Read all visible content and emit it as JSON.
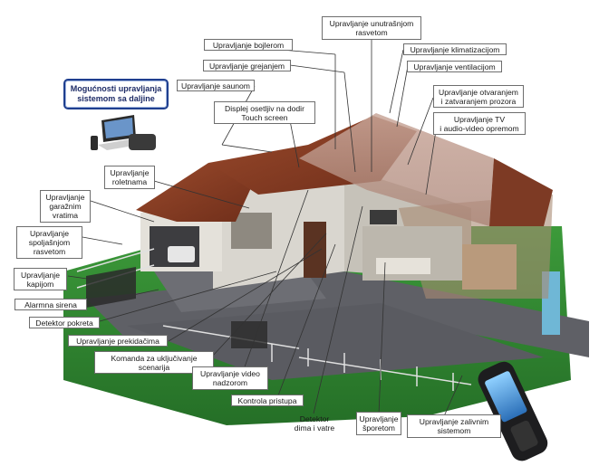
{
  "remote_title": "Mogućnosti upravljanja\nsistemom sa daljine",
  "labels": {
    "unutrasnje_rasveta": "Upravljanje unutrašnjom\nrasvetom",
    "bojler": "Upravljanje bojlerom",
    "klimatizacija": "Upravljanje klimatizacijom",
    "grejanje": "Upravljanje grejanjem",
    "ventilacija": "Upravljanje ventilacijom",
    "saunom": "Upravljanje saunom",
    "prozori": "Upravljanje otvaranjem\ni zatvaranjem prozora",
    "touch": "Displej osetljiv na dodir\nTouch screen",
    "tv": "Upravljanje TV\ni audio-video opremom",
    "roletne": "Upravljanje\nroletnama",
    "garaza": "Upravljanje\ngaražnim\nvratima",
    "spoljasnja_rasveta": "Upravljanje\nspoljašnjom\nrasvetom",
    "kapija": "Upravljanje\nkapijom",
    "sirena": "Alarmna sirena",
    "pokret": "Detektor pokreta",
    "prekidaci": "Upravljanje prekidačima",
    "scenarija": "Komanda za uključivanje\nscenarija",
    "video": "Upravljanje video\nnadzorom",
    "pristup": "Kontrola pristupa",
    "dim": "Detektor\ndima i vatre",
    "sporet": "Upravljanje\nšporetom",
    "zalivanje": "Upravljanje zalivnim\nsistemom"
  },
  "colors": {
    "grass": "#2f8a2f",
    "road": "#5f6066",
    "roof": "#8a3d24",
    "wall": "#d9d6cf",
    "accent_blue": "#1f3f8f"
  }
}
